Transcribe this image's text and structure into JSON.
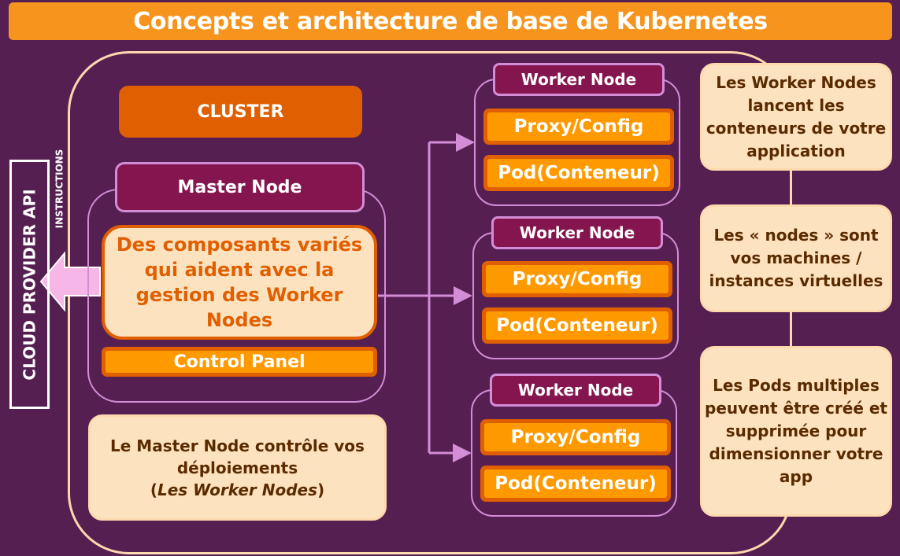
{
  "title": "Concepts et architecture de base de Kubernetes",
  "cluster_label": "CLUSTER",
  "master": {
    "tab_label": "Master Node",
    "components_text": "Des composants variés qui aident avec la gestion des Worker Nodes",
    "control_panel": "Control Panel"
  },
  "master_note": {
    "line1": "Le Master Node contrôle vos déploiements",
    "paren_open": "(",
    "italic": "Les Worker Nodes",
    "paren_close": ")"
  },
  "worker_nodes": [
    {
      "label": "Worker Node",
      "proxy": "Proxy/Config",
      "pod": "Pod(Conteneur)"
    },
    {
      "label": "Worker Node",
      "proxy": "Proxy/Config",
      "pod": "Pod(Conteneur)"
    },
    {
      "label": "Worker Node",
      "proxy": "Proxy/Config",
      "pod": "Pod(Conteneur)"
    }
  ],
  "side_notes": {
    "worker": "Les Worker Nodes lancent les conteneurs de votre application",
    "nodes": "Les « nodes » sont vos machines / instances virtuelles",
    "pods": "Les Pods multiples peuvent être créé et supprimée pour dimensionner votre app"
  },
  "cloud_provider_label": "CLOUD PROVIDER API",
  "instructions_label": "INSTRUCTIONS",
  "colors": {
    "background": "#561f52",
    "title_bar": "#f7941d",
    "orange_dark": "#e05f00",
    "orange_bar": "#ff9900",
    "plum": "#85154f",
    "lilac": "#d38dd6",
    "cream": "#fde2bf"
  }
}
